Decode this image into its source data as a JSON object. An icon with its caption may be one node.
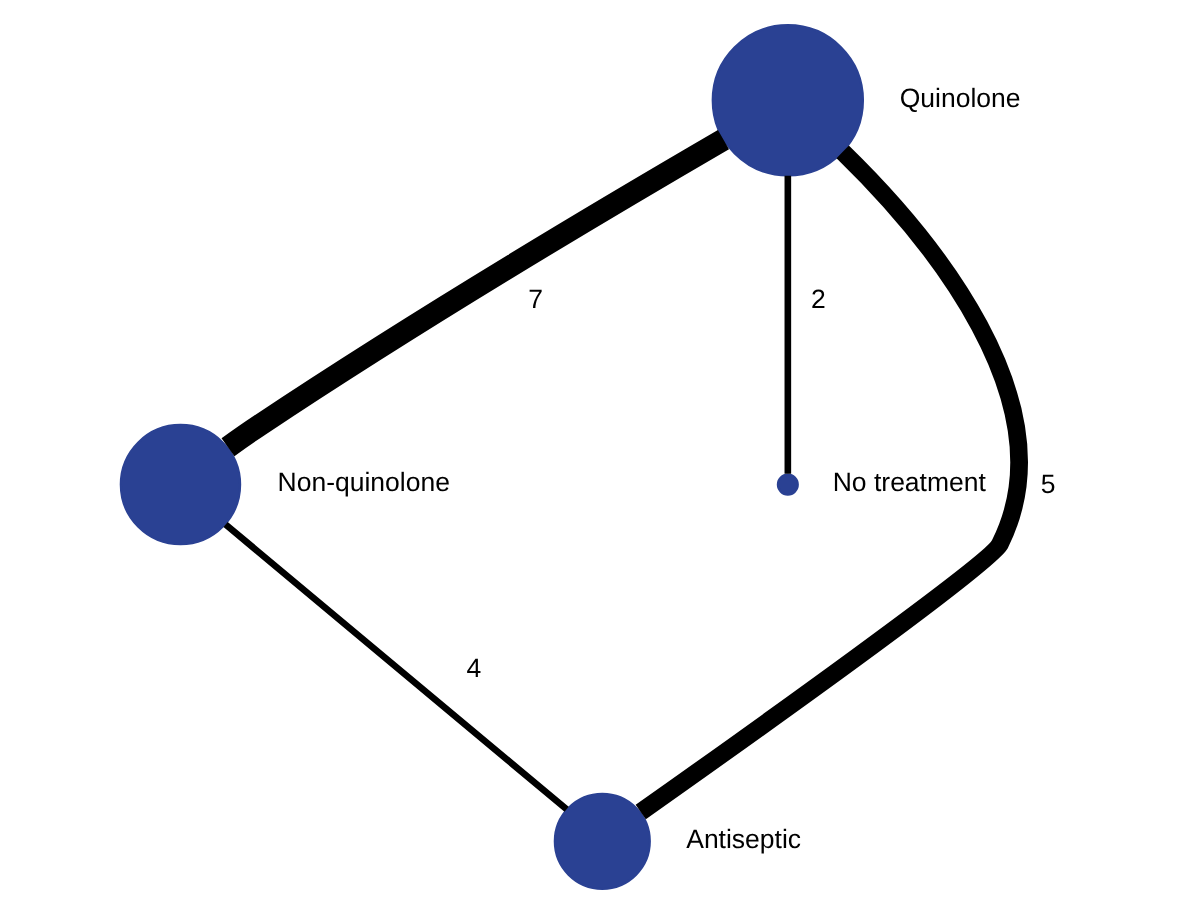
{
  "diagram": {
    "nodes": [
      {
        "text": [],
        "shape": "circle",
        "beside": [
          "Quinolone"
        ]
      },
      {
        "text": [],
        "shape": "circle",
        "beside": [
          "Non-quinolone"
        ]
      },
      {
        "text": [],
        "shape": "circle",
        "beside": [
          "No treatment"
        ]
      },
      {
        "text": [],
        "shape": "circle",
        "beside": [
          "Antiseptic"
        ]
      }
    ],
    "edges": [
      {
        "from": 0,
        "to": 1,
        "arrow": "none",
        "label": "7",
        "style": "thick"
      },
      {
        "from": 0,
        "to": 3,
        "arrow": "none",
        "label": "5",
        "style": "thick"
      },
      {
        "from": 0,
        "to": 2,
        "arrow": "none",
        "label": "2"
      },
      {
        "from": 1,
        "to": 3,
        "arrow": "none",
        "label": "4"
      }
    ]
  }
}
